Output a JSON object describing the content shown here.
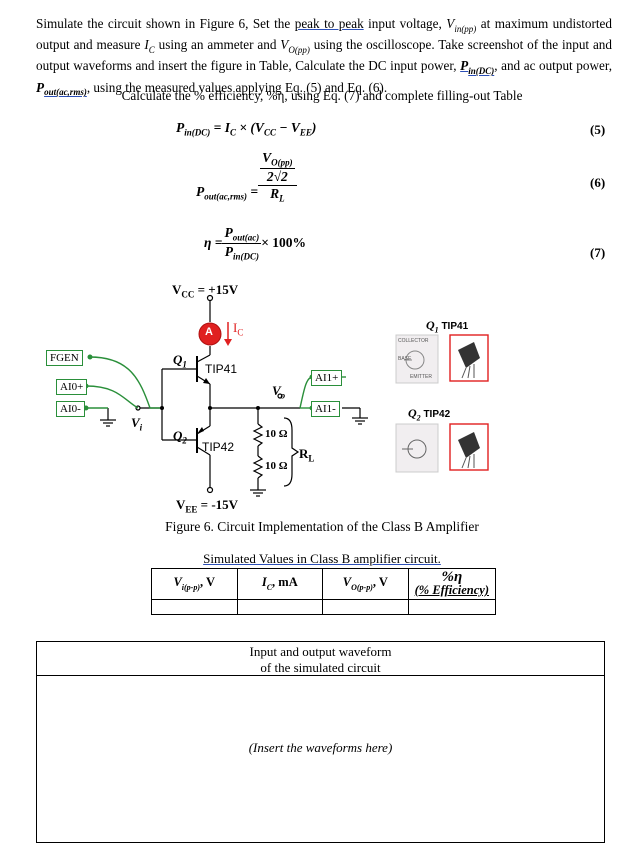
{
  "intro": {
    "p1": "Simulate the circuit shown in Figure 6, Set the ",
    "p1u": "peak to peak",
    "p2": " input voltage, ",
    "vin": "V",
    "vin_sub": "in(pp)",
    "p3": " at maximum undistorted output and measure ",
    "ic": "I",
    "ic_sub": "C",
    "p4": " using an ammeter and ",
    "vo": "V",
    "vo_sub": "O(pp)",
    "p5": " using the oscilloscope. Take screenshot of the input and output waveforms and insert the figure in Table, Calculate the DC input power, ",
    "pin": "P",
    "pin_sub": "in(DC)",
    "p6": ", and ac output power, ",
    "pout": "P",
    "pout_sub": "out(ac,rms)",
    "p7": ", using the measured values applying Eq. (5) and Eq. (6).",
    "line2": "Calculate the % efficiency, %η, using Eq. (7) and complete filling-out Table"
  },
  "equations": {
    "eq5": {
      "lhs": "P",
      "lhs_sub": "in(DC)",
      "rhs": " = I",
      "rhs_sub": "C",
      "rhs2": " × (V",
      "rhs2_sub": "CC",
      "rhs3": " − V",
      "rhs3_sub": "EE",
      "rhs4": ")",
      "num": "(5)"
    },
    "eq6": {
      "lhs": "P",
      "lhs_sub": "out(ac,rms)",
      "eq": " = ",
      "top": "V",
      "top_sub": "O(pp)",
      "mid": "2√2",
      "den": "R",
      "den_sub": "L",
      "num": "(6)"
    },
    "eq7": {
      "lhs": "η = ",
      "top": "P",
      "top_sub": "out(ac)",
      "bot": "P",
      "bot_sub": "in(DC)",
      "tail": " × 100%",
      "num": "(7)"
    }
  },
  "circuit": {
    "vcc": "V",
    "vcc_sub": "CC",
    "vcc_val": " = +15V",
    "vee": "V",
    "vee_sub": "EE",
    "vee_val": " = -15V",
    "ammeter": "A",
    "ic_label": "I",
    "ic_label_sub": "C",
    "q1": "Q",
    "q1_sub": "1",
    "q1_part": "TIP41",
    "q2": "Q",
    "q2_sub": "2",
    "q2_part": "TIP42",
    "fgen": "FGEN",
    "ai0p": "AI0+",
    "ai0m": "AI0-",
    "ai1p": "AI1+",
    "ai1m": "AI1-",
    "vi": "V",
    "vi_sub": "i",
    "vo": "V",
    "vo_sub": "o",
    "r1": "10 Ω",
    "r2": "10 Ω",
    "rl": "R",
    "rl_sub": "L",
    "pkg1_title_q": "Q",
    "pkg1_title_sub": "1",
    "pkg1_title": "TIP41",
    "pkg2_title_q": "Q",
    "pkg2_title_sub": "2",
    "pkg2_title": "TIP42",
    "pkg_collector": "COLLECTOR",
    "pkg_base": "BASE",
    "pkg_emitter": "EMITTER",
    "accent_red": "#e02020",
    "wire_green": "#2a8f3a"
  },
  "figure_caption": "Figure 6. Circuit Implementation of the Class B Amplifier",
  "table": {
    "title": "Simulated Values in Class B amplifier circuit.",
    "headers": [
      {
        "main": "V",
        "sub": "i(p-p)",
        "unit": ", V"
      },
      {
        "main": "I",
        "sub": "C",
        "unit": ", mA"
      },
      {
        "main": "V",
        "sub": "O(p-p)",
        "unit": ", V"
      },
      {
        "main": "%η",
        "sub": "",
        "unit": "(% Efficiency)"
      }
    ]
  },
  "waveform": {
    "header_line1": "Input and output waveform",
    "header_line2": "of the simulated circuit",
    "placeholder": "(Insert the waveforms here)"
  }
}
